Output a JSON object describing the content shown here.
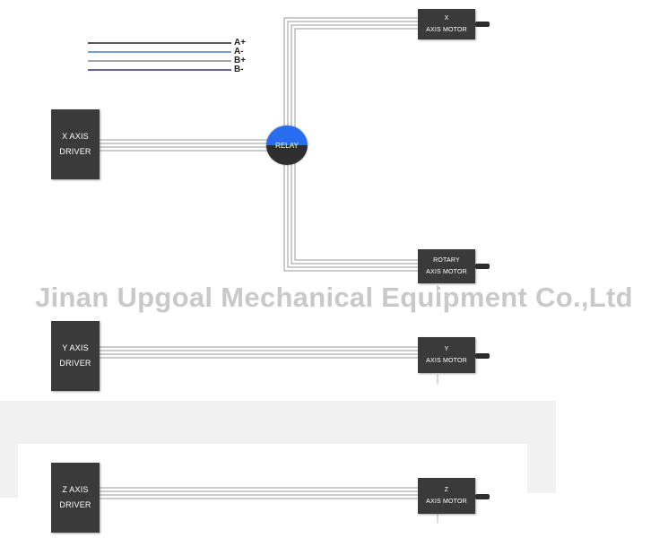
{
  "legend": [
    {
      "label": "A+",
      "color": "#222222"
    },
    {
      "label": "A-",
      "color": "#4a7ad8"
    },
    {
      "label": "B+",
      "color": "#8a8a8a"
    },
    {
      "label": "B-",
      "color": "#3d2f7a"
    }
  ],
  "drivers": {
    "x": {
      "line1": "X AXIS",
      "line2": "DRIVER"
    },
    "y": {
      "line1": "Y AXIS",
      "line2": "DRIVER"
    },
    "z": {
      "line1": "Z AXIS",
      "line2": "DRIVER"
    }
  },
  "motors": {
    "x": {
      "line1": "X",
      "line2": "AXIS  MOTOR"
    },
    "rotary": {
      "line1": "ROTARY",
      "line2": "AXIS  MOTOR"
    },
    "y": {
      "line1": "Y",
      "line2": "AXIS  MOTOR"
    },
    "z": {
      "line1": "Z",
      "line2": "AXIS  MOTOR"
    }
  },
  "relay": {
    "label": "RELAY"
  },
  "watermark": "Jinan Upgoal Mechanical Equipment Co.,Ltd",
  "colors": {
    "box": "#3a3a3a",
    "relay_top": "#2a6cf0",
    "relay_bottom": "#2e2e2e",
    "wire": "#9a9a9a",
    "watermark": "#c9c9c9"
  }
}
